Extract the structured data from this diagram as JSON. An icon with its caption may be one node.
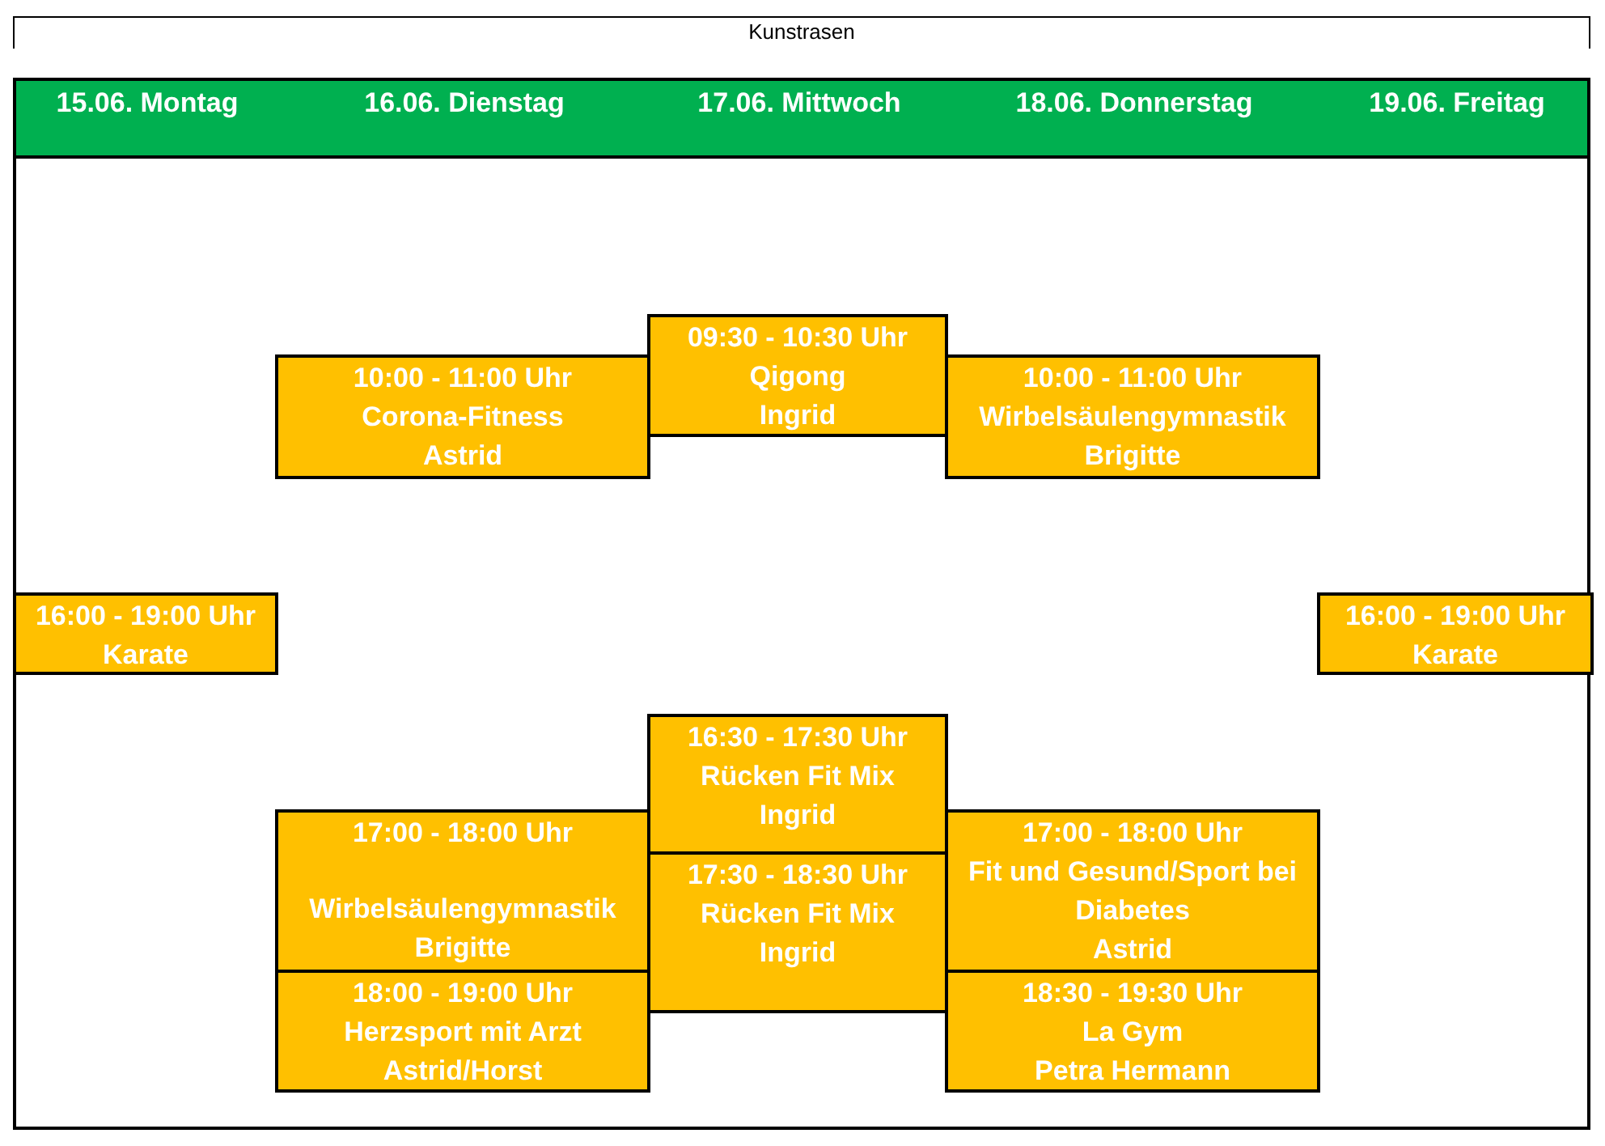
{
  "diagram": {
    "title": "Kunstrasen",
    "nodes": [
      {
        "text": [
          "15.06. Montag",
          "16.06. Dienstag",
          "17.06. Mittwoch",
          "18.06. Donnerstag",
          "19.06. Freitag"
        ]
      },
      {
        "text": [
          "09:30 - 10:30 Uhr",
          "Qigong",
          "Ingrid"
        ]
      },
      {
        "text": [
          "10:00 - 11:00 Uhr",
          "Corona-Fitness",
          "Astrid"
        ]
      },
      {
        "text": [
          "10:00 - 11:00 Uhr",
          "Wirbelsäulengymnastik",
          "Brigitte"
        ]
      },
      {
        "text": [
          "16:00 - 19:00 Uhr",
          "Karate"
        ]
      },
      {
        "text": [
          "16:00 - 19:00 Uhr",
          "Karate"
        ]
      },
      {
        "text": [
          "16:30 - 17:30 Uhr",
          "Rücken Fit Mix",
          "Ingrid"
        ]
      },
      {
        "text": [
          "17:00 - 18:00 Uhr",
          "Wirbelsäulengymnastik",
          "Brigitte"
        ]
      },
      {
        "text": [
          "17:00 - 18:00 Uhr",
          "Fit und Gesund/Sport bei Diabetes",
          "Astrid"
        ]
      },
      {
        "text": [
          "17:30 - 18:30 Uhr",
          "Rücken Fit Mix",
          "Ingrid"
        ]
      },
      {
        "text": [
          "18:00 - 19:00 Uhr",
          "Herzsport mit Arzt",
          "Astrid/Horst"
        ]
      },
      {
        "text": [
          "18:30 - 19:30 Uhr",
          "La Gym",
          "Petra Hermann"
        ]
      }
    ]
  }
}
